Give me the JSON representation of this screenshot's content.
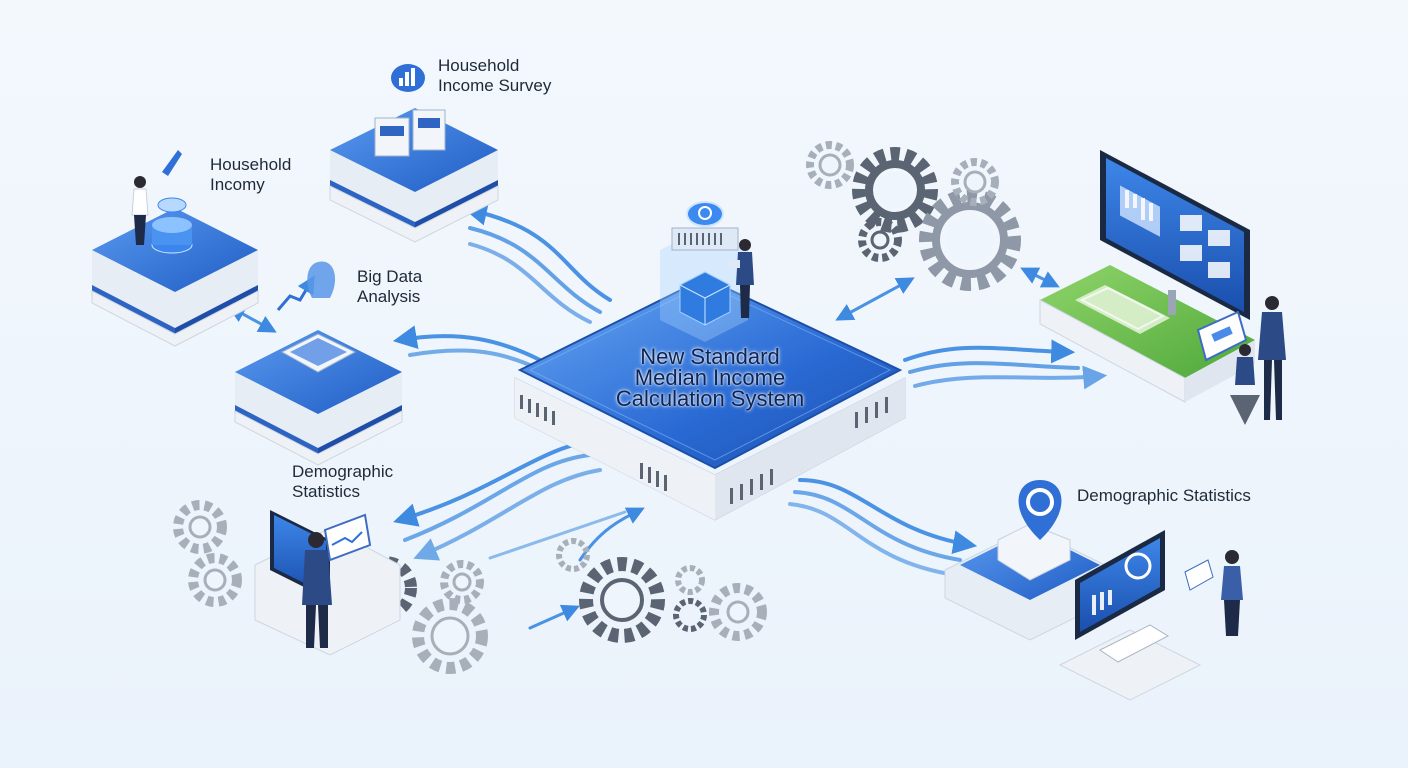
{
  "hub": {
    "title": "New Standard\nMedian Income\nCalculation System"
  },
  "nodes": {
    "income_survey": "Household\nIncome Survey",
    "household_incomy": "Household\nIncomy",
    "big_data": "Big Data\nAnalysis",
    "demographic_left": "Demographic\nStatistics",
    "demographic_right": "Demographic Statistics"
  },
  "colors": {
    "primary_blue": "#2f6fd6",
    "dark_blue": "#1e4fb0",
    "green": "#6cbf4a",
    "gear_gray": "#8f98a6",
    "gear_dark": "#5a6472",
    "flow_arrow": "#3d8ae0",
    "background": "#eef5fc"
  }
}
